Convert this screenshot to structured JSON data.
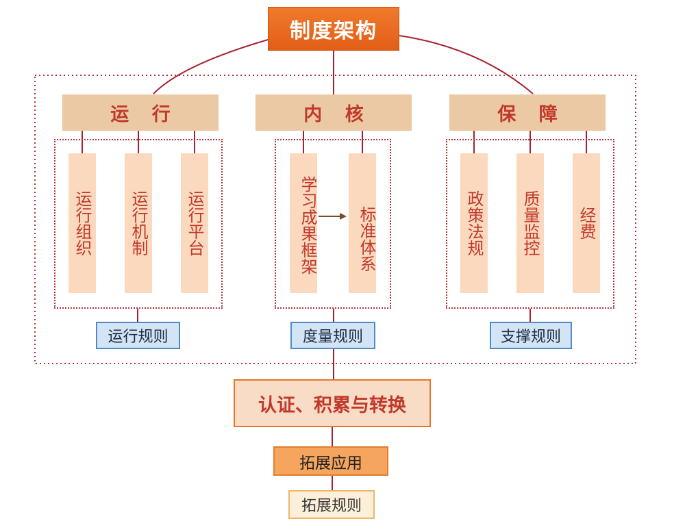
{
  "title": "制度架构",
  "categories": {
    "operation": "运  行",
    "core": "内  核",
    "guarantee": "保  障"
  },
  "operation_items": [
    "运行组织",
    "运行机制",
    "运行平台"
  ],
  "core_items": [
    "学习成果框架",
    "标准体系"
  ],
  "guarantee_items": [
    "政策法规",
    "质量监控",
    "经费"
  ],
  "rules": {
    "operation": "运行规则",
    "core": "度量规则",
    "guarantee": "支撑规则"
  },
  "certification": "认证、积累与转换",
  "expansion": "拓展应用",
  "expansion_rule": "拓展规则",
  "colors": {
    "line": "#a8202e",
    "title_fill": "#e8661f",
    "category_fill": "#ebc9a4",
    "pillar_fill": "#fbd9be",
    "rule_fill": "#d3e4f5",
    "rule_border": "#4f8ac8",
    "text_red": "#c0392b"
  }
}
